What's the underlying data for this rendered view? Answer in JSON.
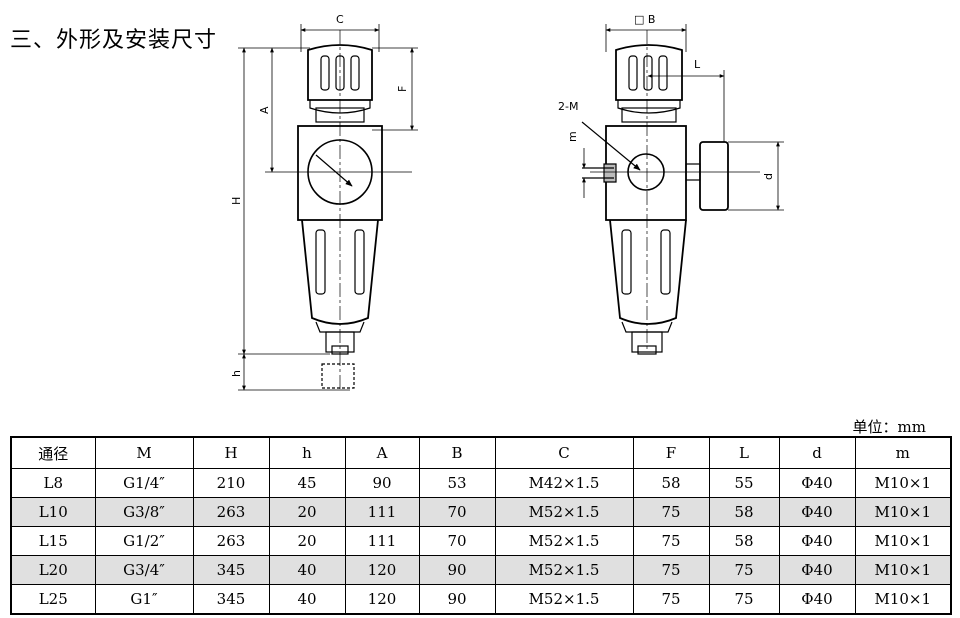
{
  "title": "三、外形及安装尺寸",
  "unit_label": "单位：mm",
  "dimension_labels": {
    "C": "C",
    "A": "A",
    "F": "F",
    "H": "H",
    "h": "h",
    "B": "□ B",
    "L": "L",
    "M2": "2-M",
    "m": "m",
    "d": "d"
  },
  "table": {
    "headers": [
      "通径",
      "M",
      "H",
      "h",
      "A",
      "B",
      "C",
      "F",
      "L",
      "d",
      "m"
    ],
    "rows": [
      [
        "L8",
        "G1/4″",
        "210",
        "45",
        "90",
        "53",
        "M42×1.5",
        "58",
        "55",
        "Φ40",
        "M10×1"
      ],
      [
        "L10",
        "G3/8″",
        "263",
        "20",
        "111",
        "70",
        "M52×1.5",
        "75",
        "58",
        "Φ40",
        "M10×1"
      ],
      [
        "L15",
        "G1/2″",
        "263",
        "20",
        "111",
        "70",
        "M52×1.5",
        "75",
        "58",
        "Φ40",
        "M10×1"
      ],
      [
        "L20",
        "G3/4″",
        "345",
        "40",
        "120",
        "90",
        "M52×1.5",
        "75",
        "75",
        "Φ40",
        "M10×1"
      ],
      [
        "L25",
        "G1″",
        "345",
        "40",
        "120",
        "90",
        "M52×1.5",
        "75",
        "75",
        "Φ40",
        "M10×1"
      ]
    ]
  }
}
